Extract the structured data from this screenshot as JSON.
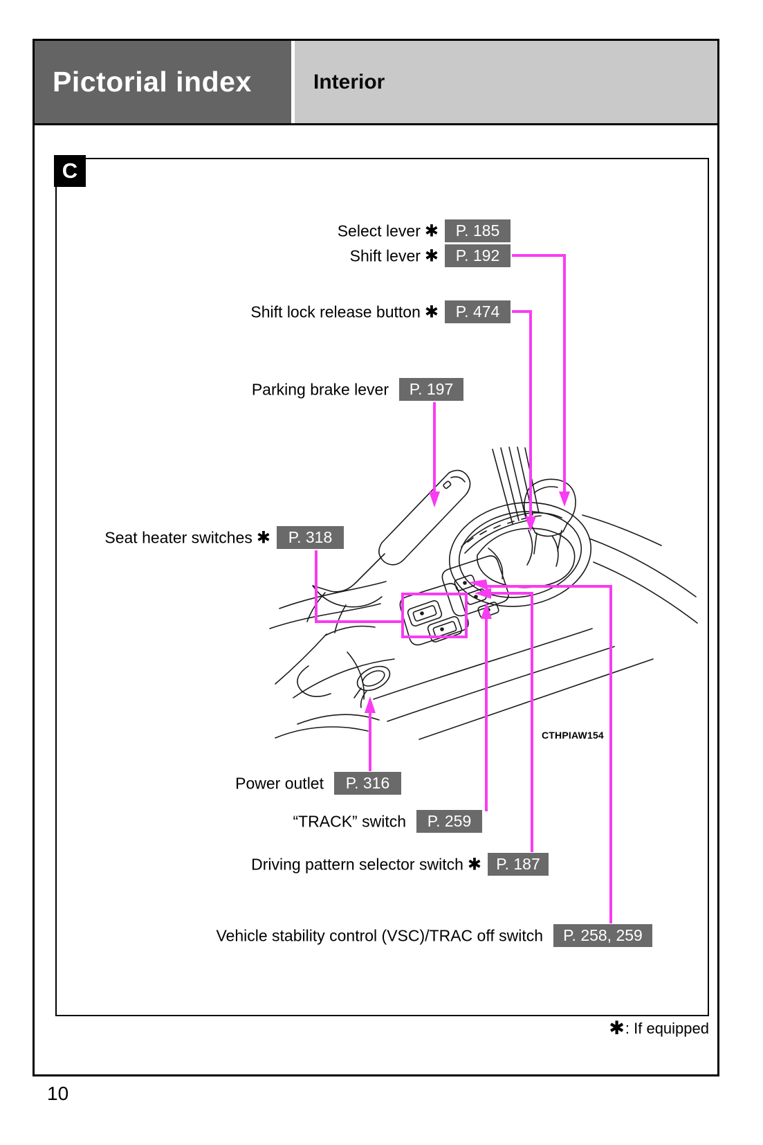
{
  "header": {
    "section_title": "Pictorial index",
    "subtitle": "Interior"
  },
  "figure": {
    "panel_letter": "C",
    "image_code": "CTHPIAW154",
    "callouts": [
      {
        "label": "Select lever",
        "star": "✱",
        "page_ref": "P. 185"
      },
      {
        "label": "Shift lever",
        "star": "✱",
        "page_ref": "P. 192"
      },
      {
        "label": "Shift lock release button",
        "star": "✱",
        "page_ref": "P. 474"
      },
      {
        "label": "Parking brake lever",
        "star": "",
        "page_ref": "P. 197"
      },
      {
        "label": "Seat heater switches",
        "star": "✱",
        "page_ref": "P. 318"
      },
      {
        "label": "Power outlet",
        "star": "",
        "page_ref": "P. 316"
      },
      {
        "label": "“TRACK” switch",
        "star": "",
        "page_ref": "P. 259"
      },
      {
        "label": "Driving pattern selector switch",
        "star": "✱",
        "page_ref": "P. 187"
      },
      {
        "label": "Vehicle stability control (VSC)/TRAC off switch",
        "star": "",
        "page_ref": "P. 258, 259"
      }
    ]
  },
  "footnote": {
    "symbol": "✱",
    "text": ": If equipped"
  },
  "page_number": "10",
  "colors": {
    "accent_magenta": "#f83cf2",
    "label_box_gray": "#6a6a6a",
    "header_dark_gray": "#646464",
    "header_light_gray": "#c9c9c9"
  }
}
